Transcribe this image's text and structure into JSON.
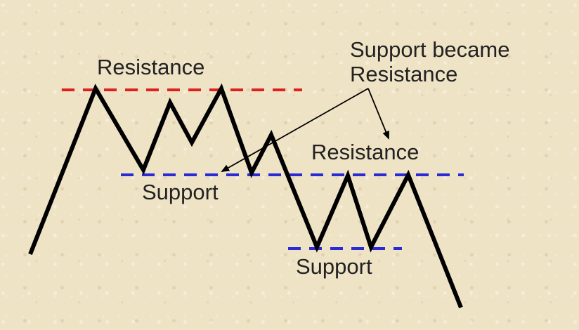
{
  "labels": {
    "resistance_top": "Resistance",
    "support_mid": "Support",
    "resistance_mid": "Resistance",
    "support_low": "Support",
    "note_line1": "Support became",
    "note_line2": "Resistance"
  },
  "colors": {
    "background": "#efe3c6",
    "price_line": "#000000",
    "resistance_line": "#e0201e",
    "support_line": "#2b2bd6",
    "text": "#222222"
  }
}
